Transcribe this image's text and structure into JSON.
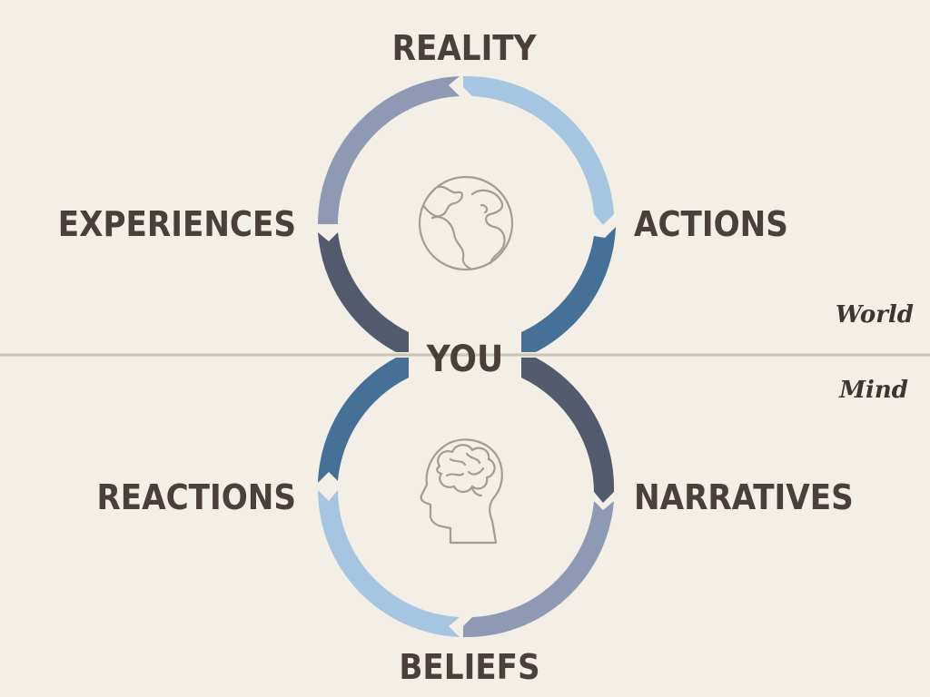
{
  "diagram": {
    "center_label": "YOU",
    "nodes": {
      "top": "REALITY",
      "upper_right": "ACTIONS",
      "upper_left": "EXPERIENCES",
      "lower_left": "REACTIONS",
      "lower_right": "NARRATIVES",
      "bottom": "BELIEFS"
    },
    "zones": {
      "above": "World",
      "below": "Mind"
    },
    "icons": {
      "upper_loop": "globe-icon",
      "lower_loop": "head-brain-icon"
    },
    "colors": {
      "background": "#f3efe6",
      "divider": "#c9c3b8",
      "arc_light_blue": "#a6c5e0",
      "arc_mid_blue": "#457199",
      "arc_dark_slate": "#545a6e",
      "arc_gray_blue": "#8e9ab3",
      "icon_stroke": "#a39c94",
      "text": "#4a3f3a"
    }
  }
}
